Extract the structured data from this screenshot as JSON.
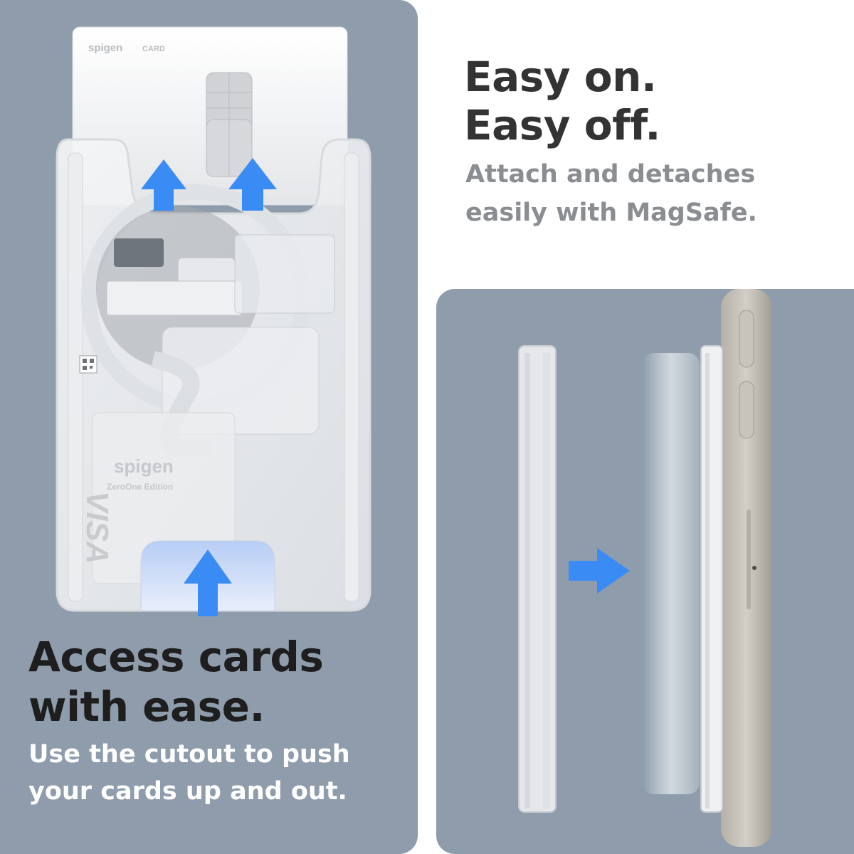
{
  "right_heading": {
    "line1": "Easy on.",
    "line2": "Easy off."
  },
  "right_subtext": {
    "line1": "Attach and detaches",
    "line2": "easily with MagSafe."
  },
  "left_heading": {
    "line1": "Access cards",
    "line2": "with ease."
  },
  "left_subtext": {
    "line1": "Use the cutout to push",
    "line2": "your cards up and out."
  },
  "card": {
    "brand_top": "spigen",
    "brand_top_suffix": "CARD",
    "brand_main": "spigen",
    "edition": "ZeroOne Edition",
    "network": "VISA"
  },
  "icons": {
    "arrows": "arrow-icon",
    "qr": "qr-code-icon"
  },
  "colors": {
    "panel": "#8e9cac",
    "arrow": "#3b8bf5",
    "heading_dark": "#1e1e1e",
    "heading_grey": "#333333",
    "subtext_grey": "#8a8d91",
    "subtext_white": "#ffffff"
  }
}
